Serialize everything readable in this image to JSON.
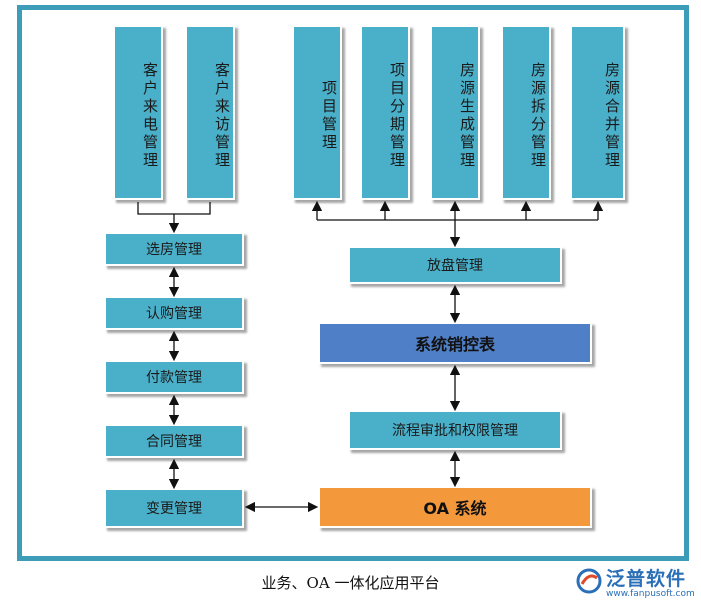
{
  "left_top_boxes": [
    {
      "label": "客户来电管理"
    },
    {
      "label": "客户来访管理"
    }
  ],
  "right_top_boxes": [
    {
      "label": "项目管理"
    },
    {
      "label": "项目分期管理"
    },
    {
      "label": "房源生成管理"
    },
    {
      "label": "房源拆分管理"
    },
    {
      "label": "房源合并管理"
    }
  ],
  "left_chain": [
    {
      "label": "选房管理"
    },
    {
      "label": "认购管理"
    },
    {
      "label": "付款管理"
    },
    {
      "label": "合同管理"
    },
    {
      "label": "变更管理"
    }
  ],
  "right_chain": {
    "release": "放盘管理",
    "sales_control": "系统销控表",
    "workflow": "流程审批和权限管理",
    "oa": "OA 系统"
  },
  "caption": "业务、OA 一体化应用平台",
  "logo": {
    "name": "泛普软件",
    "url": "www.fanpusoft.com"
  },
  "colors": {
    "box": "#4aafc8",
    "frame": "#3d9db8",
    "sales_control": "#4f7fc6",
    "oa": "#f4983c"
  }
}
